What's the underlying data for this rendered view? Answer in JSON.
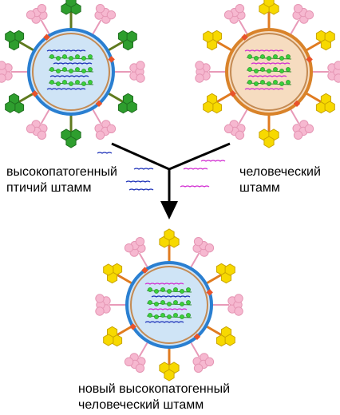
{
  "labels": {
    "avian_strain": [
      "высокопатогенный",
      "птичий штамм"
    ],
    "human_strain": [
      "человеческий",
      "штамм"
    ],
    "new_strain": [
      "новый высокопатогенный",
      "человеческий штамм"
    ]
  },
  "colors": {
    "avian_envelope": "#2a7fd1",
    "avian_spike": "#5f7a1e",
    "avian_hemagglutinin": "#2e9e2e",
    "human_envelope": "#d9832a",
    "human_spike": "#e07b20",
    "human_hemagglutinin": "#f7d900",
    "neuraminidase": "#f6b8d0",
    "avian_core": "#cfe4f6",
    "human_core": "#f6dcc0",
    "rna_avian": "#1b2fb8",
    "rna_human": "#d22bd2",
    "nucleoprotein": "#3ad03a",
    "channel": "#e8532a",
    "arrow": "#000000"
  },
  "icons": [
    "virion-avian",
    "virion-human",
    "virion-reassortant",
    "merge-arrow"
  ]
}
